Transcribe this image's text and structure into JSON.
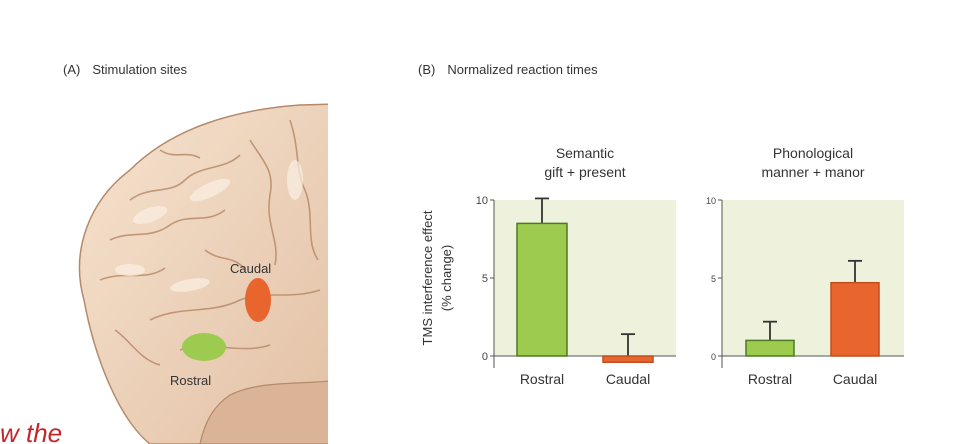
{
  "panel_a": {
    "letter": "(A)",
    "title": "Stimulation sites",
    "sites": [
      {
        "name": "Caudal",
        "color": "#e8652d"
      },
      {
        "name": "Rostral",
        "color": "#9ccb4f"
      }
    ]
  },
  "panel_b": {
    "letter": "(B)",
    "title": "Normalized reaction times"
  },
  "handwriting": "w the",
  "colors": {
    "rostral": "#9ccb4f",
    "caudal": "#e8652d",
    "plot_bg": "#eef2dd",
    "bar_stroke": "#4d7a22",
    "caudal_stroke": "#c24d1f"
  },
  "chart_data": [
    {
      "type": "bar",
      "title": "Semantic",
      "subtitle": "gift + present",
      "ylabel": "TMS interference effect (% change)",
      "categories": [
        "Rostral",
        "Caudal"
      ],
      "values": [
        8.5,
        -0.4
      ],
      "error_upper": [
        10.1,
        1.4
      ],
      "ylim": [
        0,
        10
      ],
      "yticks": [
        "0",
        "5",
        "10"
      ]
    },
    {
      "type": "bar",
      "title": "Phonological",
      "subtitle": "manner + manor",
      "categories": [
        "Rostral",
        "Caudal"
      ],
      "values": [
        1.0,
        4.7
      ],
      "error_upper": [
        2.2,
        6.1
      ],
      "ylim": [
        0,
        10
      ],
      "yticks": [
        "0",
        "5",
        "10"
      ]
    }
  ]
}
